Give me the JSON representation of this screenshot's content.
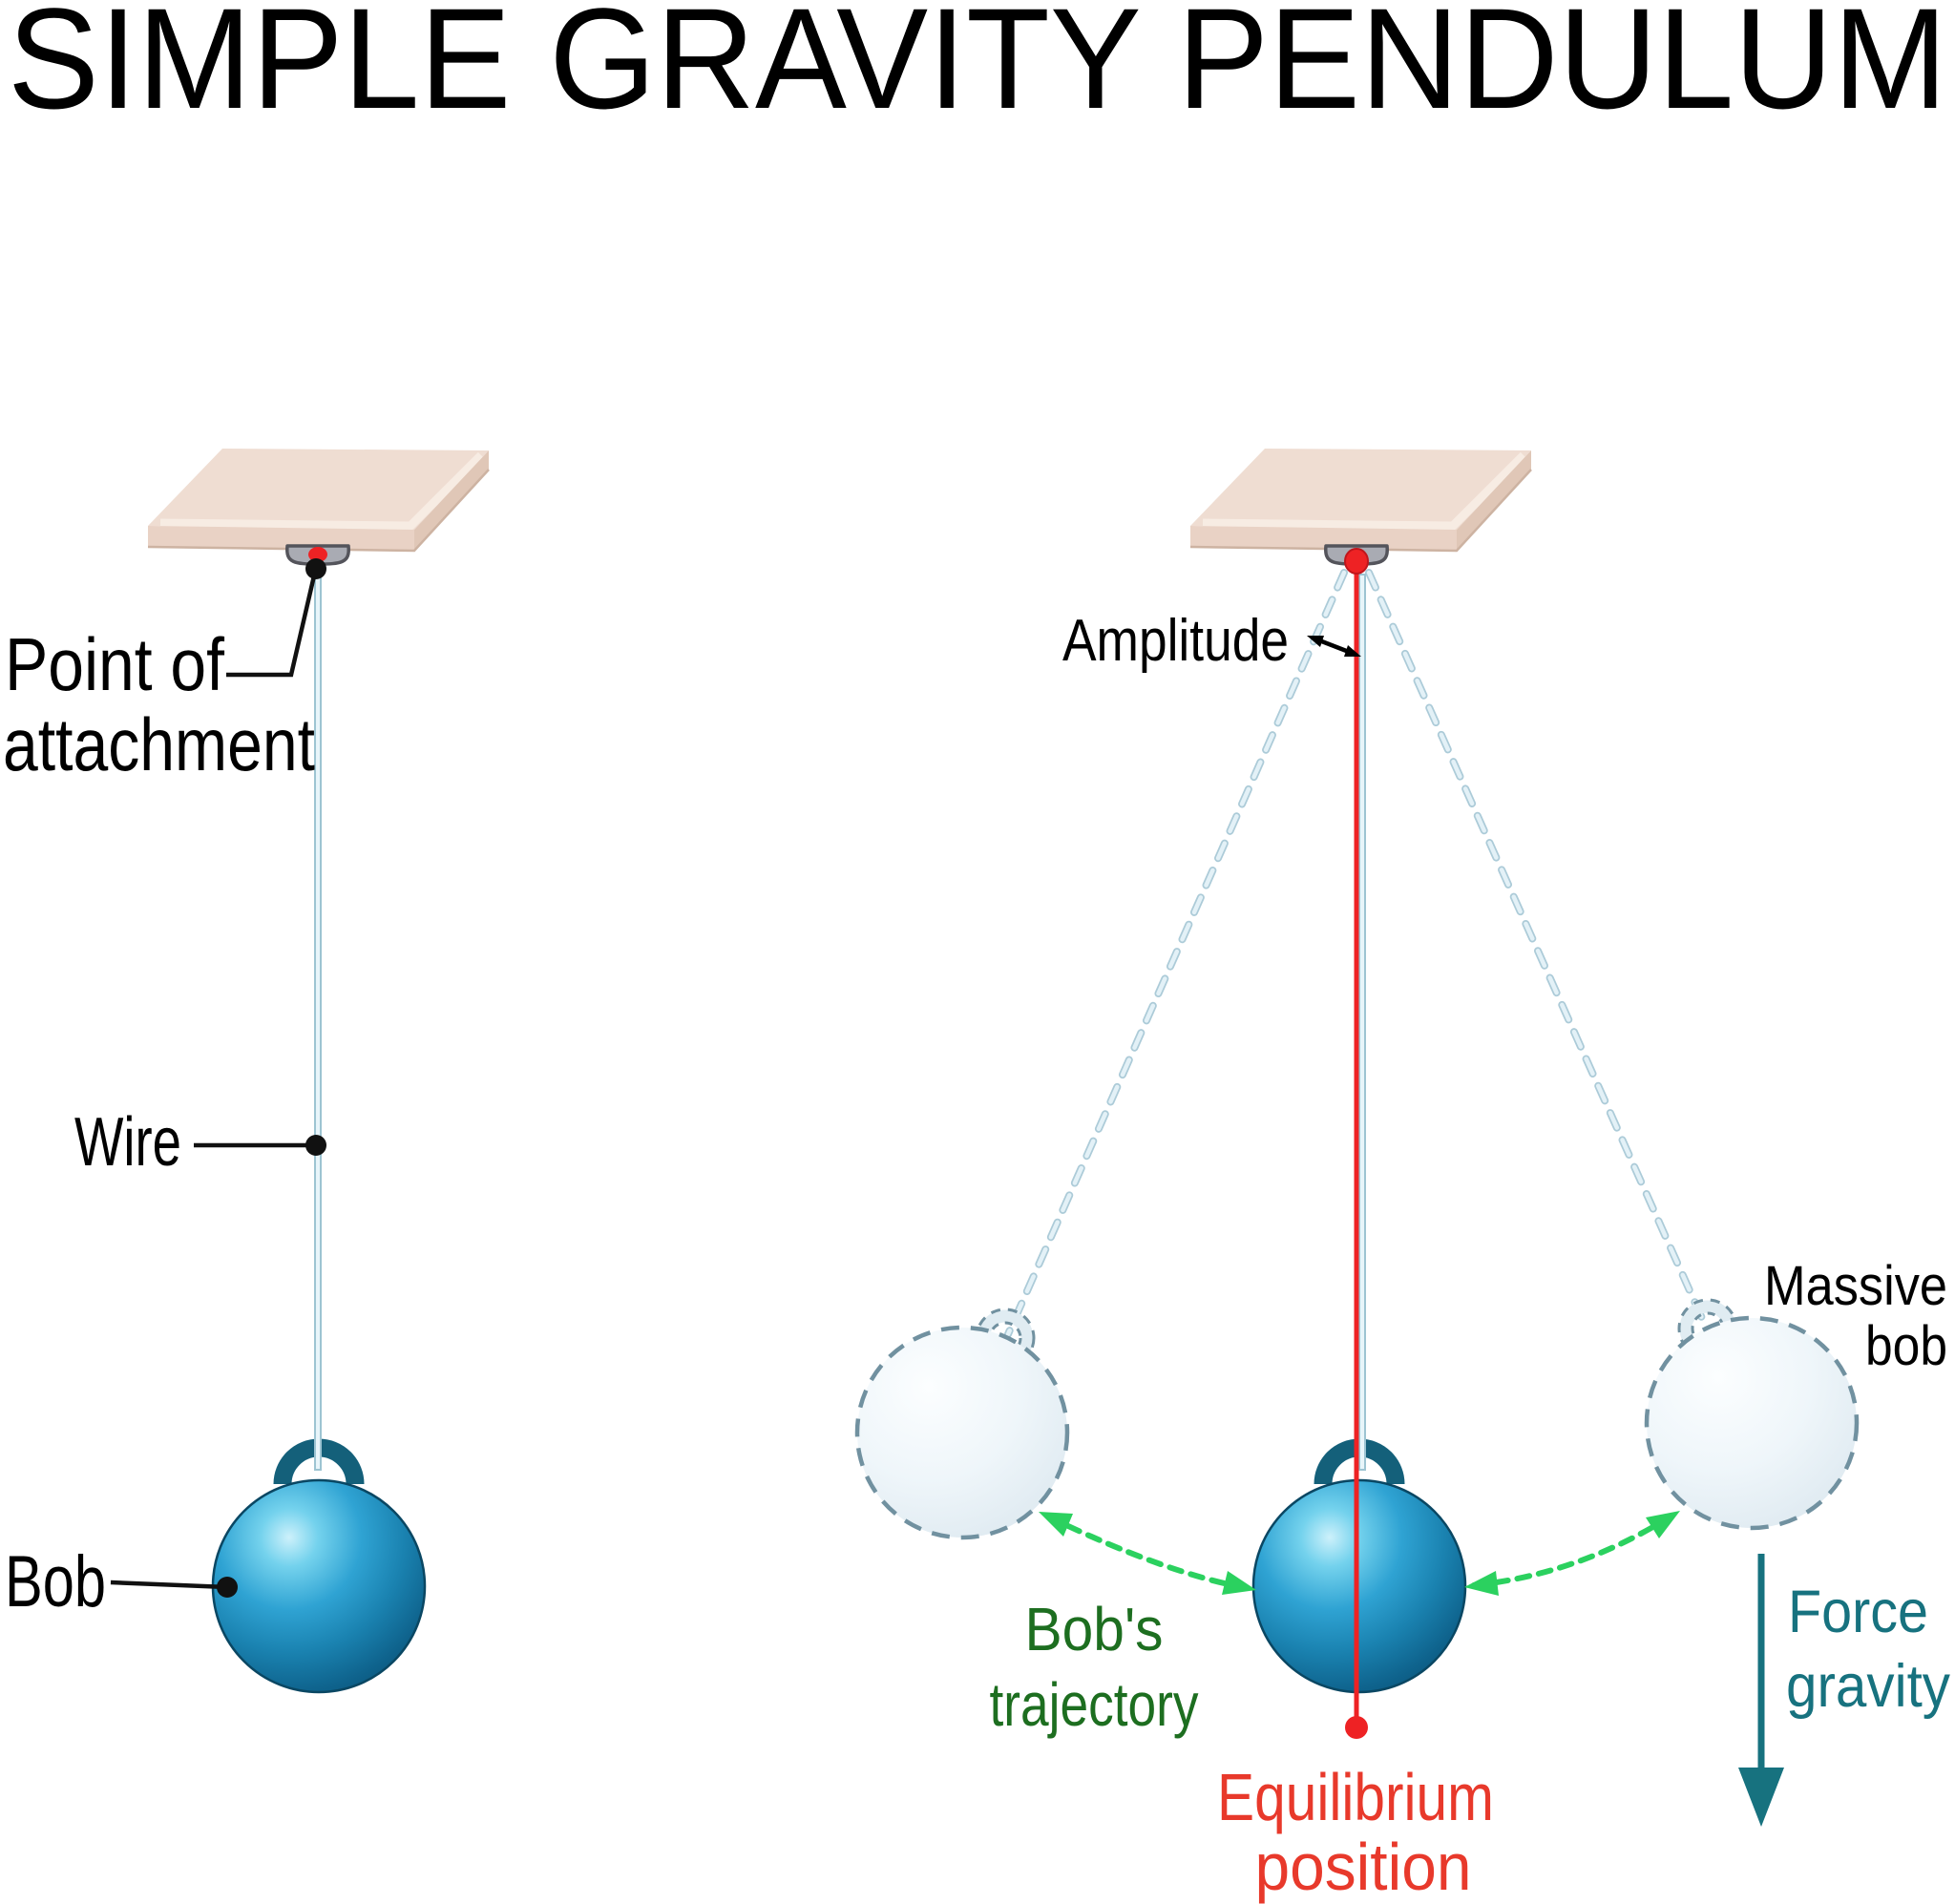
{
  "title": "SIMPLE GRAVITY PENDULUM",
  "colors": {
    "background": "#ffffff",
    "label_black": "#000000",
    "red_accent": "#ee2224",
    "red_label": "#e8392b",
    "green_arrow": "#2bd15f",
    "green_label": "#1d6e20",
    "teal_accent": "#17727f",
    "bob_blue": "#2fa3d3",
    "hook_teal": "#14607a",
    "wire_blue": "#9dc4d2",
    "slab_beige": "#efddd2",
    "ghost_outline": "#7191a0"
  },
  "left_diagram": {
    "labels": {
      "point_of_attachment_line1": "Point of",
      "point_of_attachment_line2": "attachment",
      "wire": "Wire",
      "bob": "Bob"
    }
  },
  "right_diagram": {
    "labels": {
      "amplitude": "Amplitude",
      "massive_bob_line1": "Massive",
      "massive_bob_line2": "bob",
      "bobs_trajectory_line1": "Bob's",
      "bobs_trajectory_line2": "trajectory",
      "equilibrium_position_line1": "Equilibrium",
      "equilibrium_position_line2": "position",
      "force_gravity_line1": "Force",
      "force_gravity_line2": "gravity"
    }
  }
}
